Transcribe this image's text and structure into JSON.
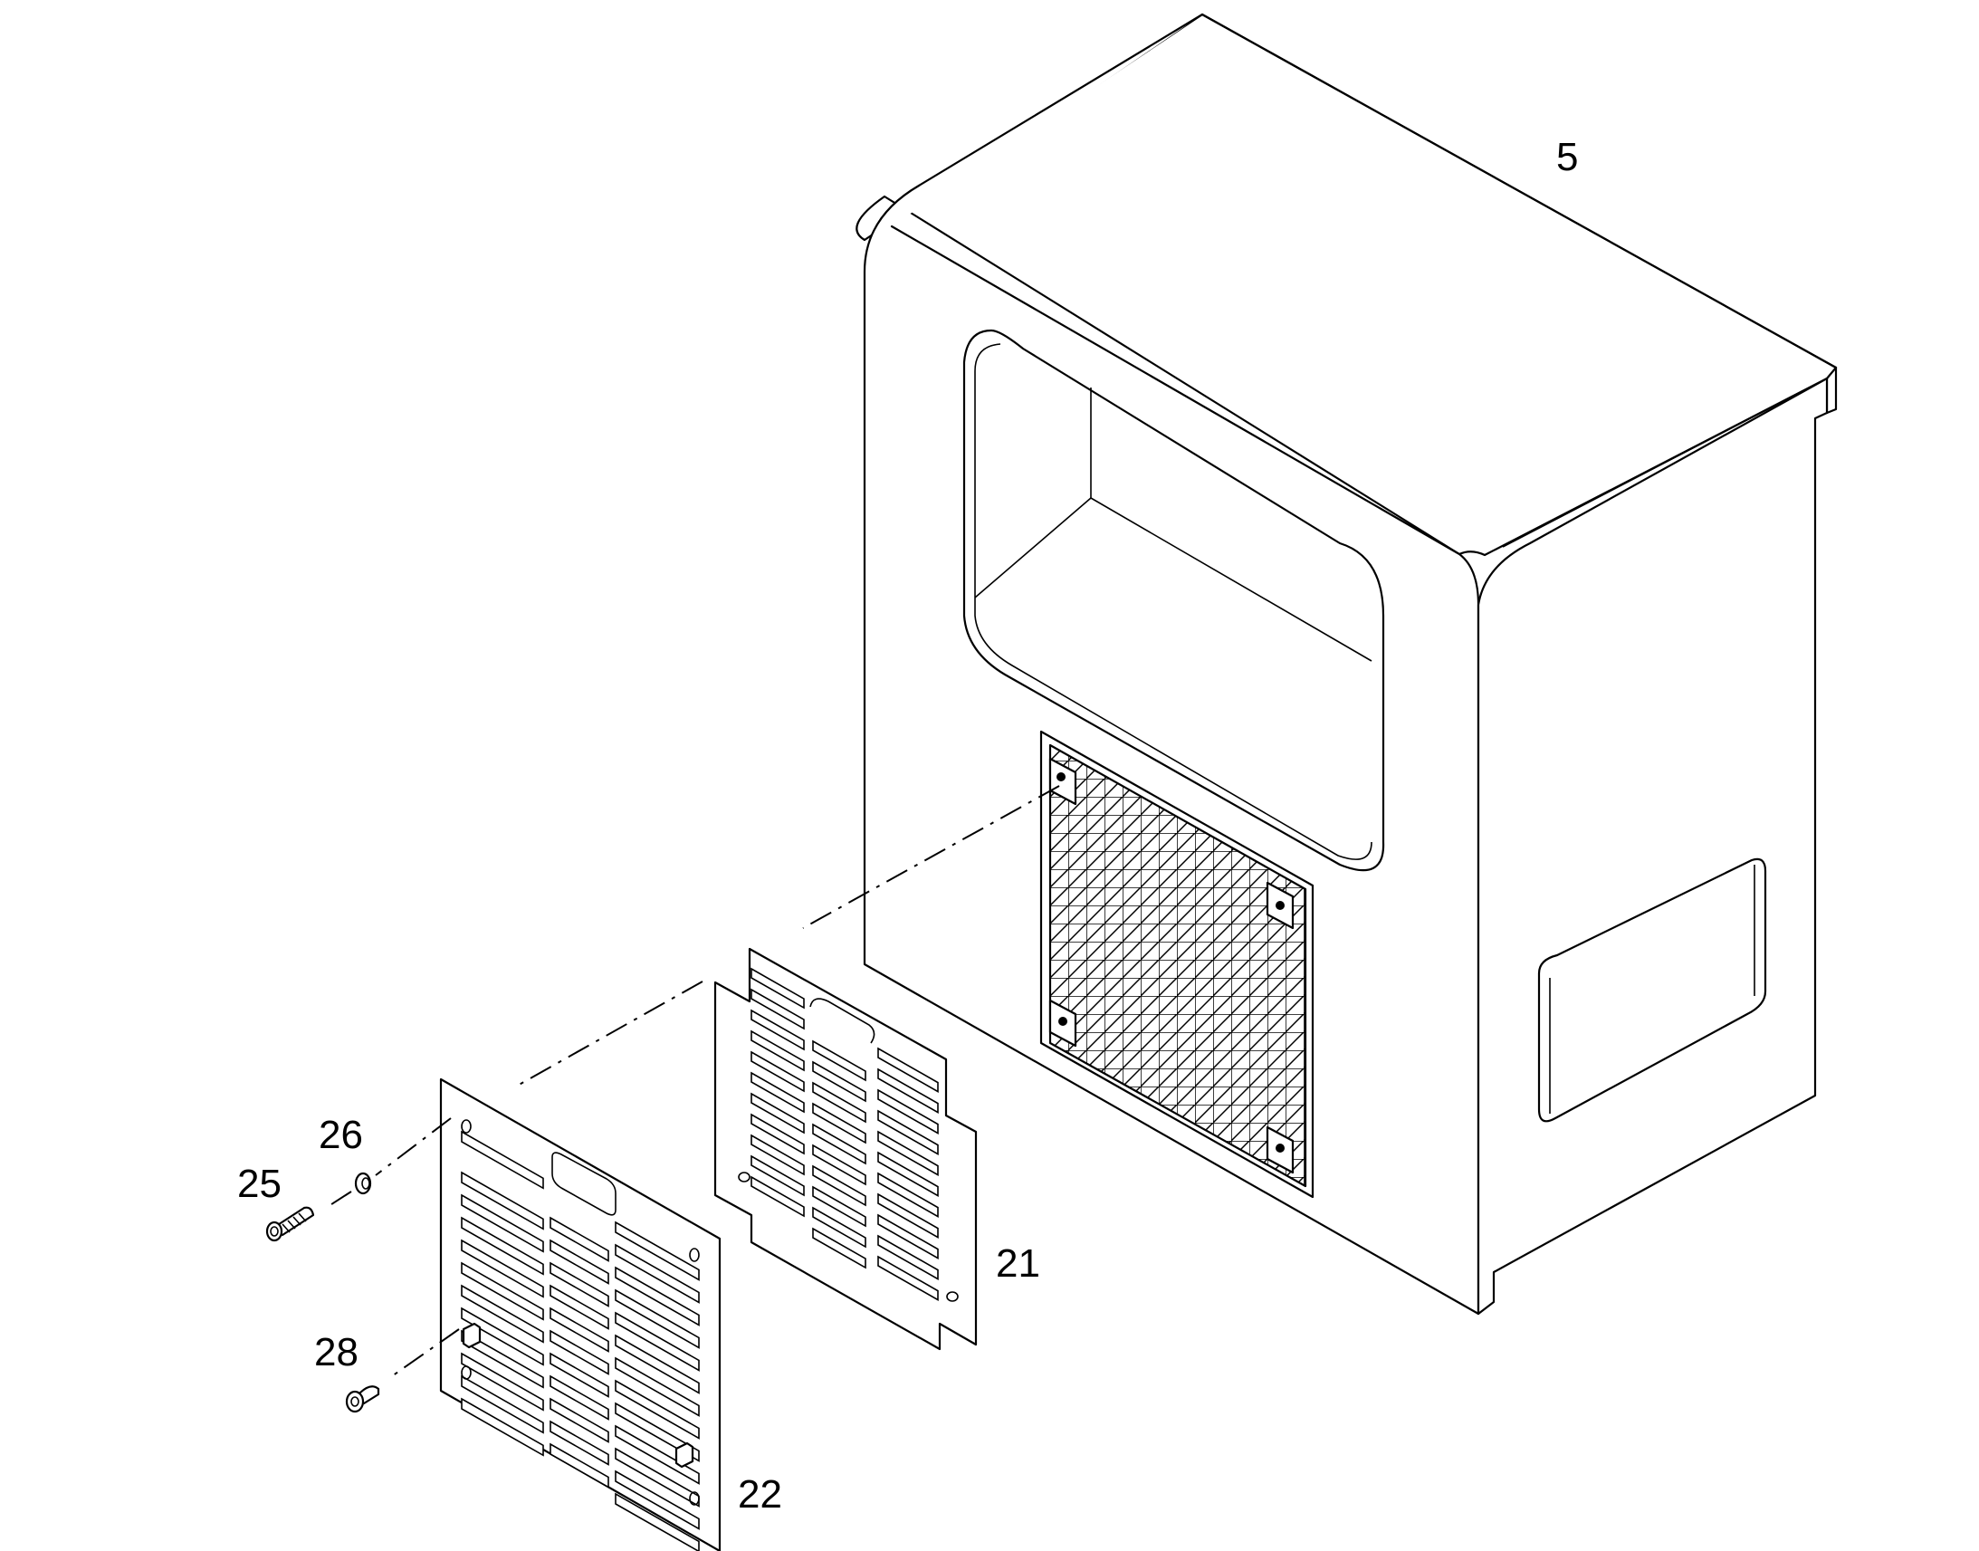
{
  "diagram": {
    "labels": {
      "part_5": "5",
      "part_21": "21",
      "part_22": "22",
      "part_25": "25",
      "part_26": "26",
      "part_28": "28"
    },
    "colors": {
      "line": "#000000",
      "background": "#ffffff"
    }
  }
}
